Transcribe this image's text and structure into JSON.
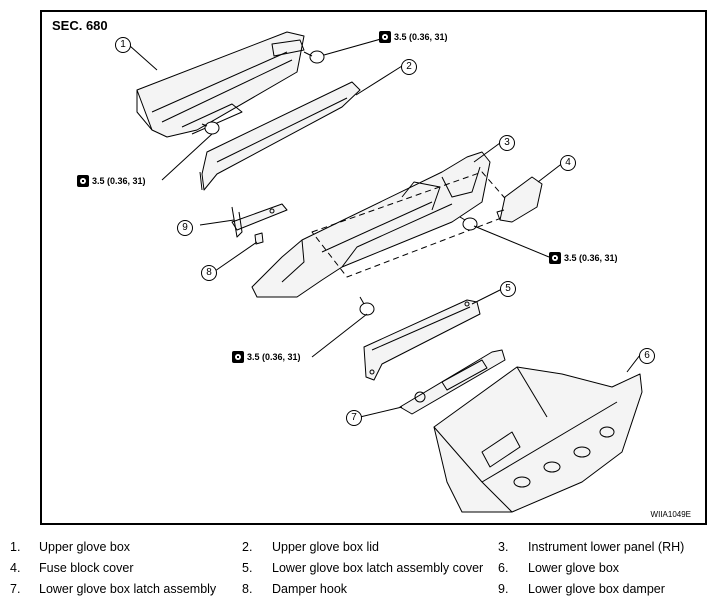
{
  "section_label": "SEC. 680",
  "figure_code": "WIIA1049E",
  "torque_spec": "3.5 (0.36, 31)",
  "torque_icon": "torque-wrench-icon",
  "callouts": [
    "1",
    "2",
    "3",
    "4",
    "5",
    "6",
    "7",
    "8",
    "9"
  ],
  "legend": [
    {
      "num": "1.",
      "label": "Upper glove box"
    },
    {
      "num": "2.",
      "label": "Upper glove box lid"
    },
    {
      "num": "3.",
      "label": "Instrument lower panel (RH)"
    },
    {
      "num": "4.",
      "label": "Fuse block cover"
    },
    {
      "num": "5.",
      "label": "Lower glove box latch assembly cover"
    },
    {
      "num": "6.",
      "label": "Lower glove box"
    },
    {
      "num": "7.",
      "label": "Lower glove box latch assembly"
    },
    {
      "num": "8.",
      "label": "Damper hook"
    },
    {
      "num": "9.",
      "label": "Lower glove box damper"
    }
  ]
}
